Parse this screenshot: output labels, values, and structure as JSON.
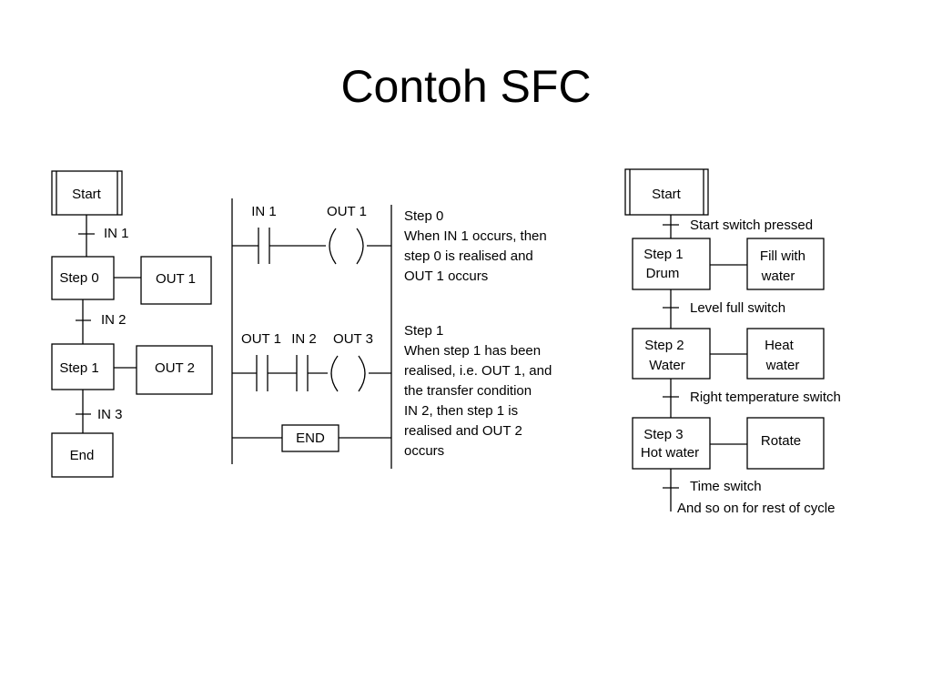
{
  "slide": {
    "title": "Contoh SFC"
  },
  "sfc_simple": {
    "start": "Start",
    "step0": "Step 0",
    "step1": "Step 1",
    "end": "End",
    "out1": "OUT 1",
    "out2": "OUT 2",
    "in1": "IN 1",
    "in2": "IN 2",
    "in3": "IN 3"
  },
  "ladder": {
    "rung1_contact": "IN 1",
    "rung1_coil": "OUT 1",
    "rung2_contact1": "OUT 1",
    "rung2_contact2": "IN 2",
    "rung2_coil": "OUT 3",
    "end": "END"
  },
  "notes": {
    "step0_lines": [
      "Step 0",
      "When IN 1 occurs, then",
      "step 0 is realised and",
      "OUT 1 occurs"
    ],
    "step1_lines": [
      "Step 1",
      "When step 1 has been",
      "realised, i.e. OUT 1, and",
      "the transfer condition",
      "IN 2, then step 1 is",
      "realised and OUT 2",
      "occurs"
    ]
  },
  "sfc_washer": {
    "start": "Start",
    "t1": "Start switch pressed",
    "step1_lines": [
      "Step 1",
      "Drum"
    ],
    "action1_lines": [
      "Fill with",
      "water"
    ],
    "t2": "Level full switch",
    "step2_lines": [
      "Step 2",
      "Water"
    ],
    "action2_lines": [
      "Heat",
      "water"
    ],
    "t3": "Right temperature switch",
    "step3_lines": [
      "Step 3",
      "Hot water"
    ],
    "action3": "Rotate",
    "t4": "Time switch",
    "footer": "And so on for rest of cycle"
  }
}
